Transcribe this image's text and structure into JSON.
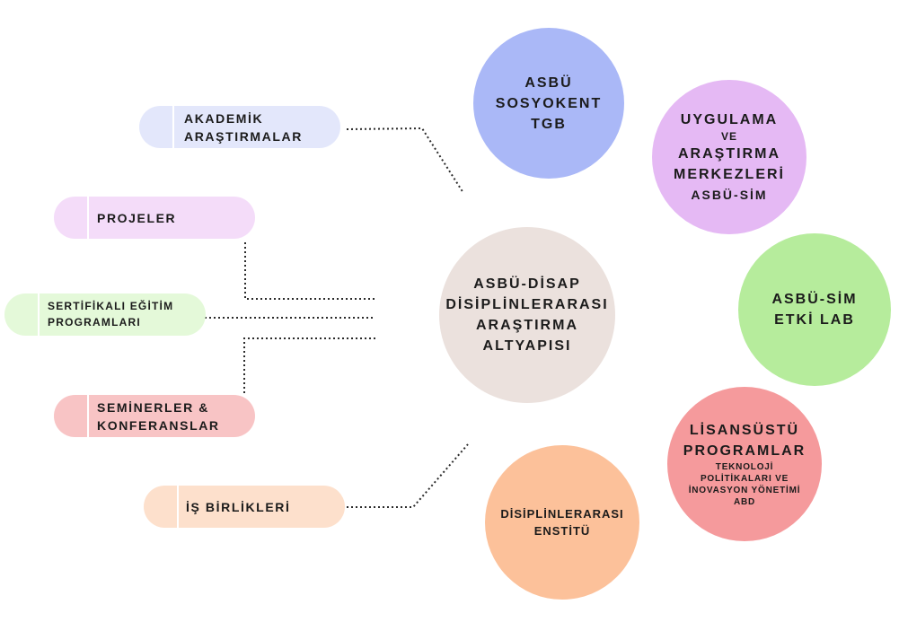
{
  "center": {
    "lines": [
      "ASBÜ-DİSAP",
      "DİSİPLİNLERARASI",
      "ARAŞTIRMA",
      "ALTYAPISI"
    ]
  },
  "circles": {
    "sosyokent": {
      "lines": [
        "ASBÜ",
        "SOSYOKENT",
        "TGB"
      ],
      "color": "#aab8f7"
    },
    "uygulama": {
      "line1": "UYGULAMA",
      "line2": "VE",
      "line3": "ARAŞTIRMA",
      "line4": "MERKEZLERİ",
      "line5": "ASBÜ-SİM",
      "color": "#e5b9f4"
    },
    "etki_lab": {
      "lines": [
        "ASBÜ-SİM",
        "ETKİ LAB"
      ],
      "color": "#b6ec9c"
    },
    "lisansustu": {
      "title1": "LİSANSÜSTÜ",
      "title2": "PROGRAMLAR",
      "sub1": "TEKNOLOJİ",
      "sub2": "POLİTİKALARI VE",
      "sub3": "İNOVASYON YÖNETİMİ",
      "sub4": "ABD",
      "color": "#f59a9c"
    },
    "enstitu": {
      "lines": [
        "DİSİPLİNLERARASI",
        "ENSTİTÜ"
      ],
      "color": "#fcc19a"
    }
  },
  "pills": {
    "akademik": {
      "line1": "AKADEMİK",
      "line2": "ARAŞTIRMALAR",
      "color": "#e3e7fb"
    },
    "projeler": {
      "line1": "PROJELER",
      "color": "#f4dcf9"
    },
    "sertifikali": {
      "line1": "SERTİFİKALI EĞİTİM",
      "line2": "PROGRAMLARI",
      "color": "#e4f9d9"
    },
    "seminerler": {
      "line1": "SEMİNERLER &",
      "line2": "KONFERANSLAR",
      "color": "#f8c4c5"
    },
    "is_birlikleri": {
      "line1": "İŞ BİRLİKLERİ",
      "color": "#fde0cc"
    }
  },
  "colors": {
    "center": "#ebe1dd",
    "connector": "#2a2a2a"
  }
}
